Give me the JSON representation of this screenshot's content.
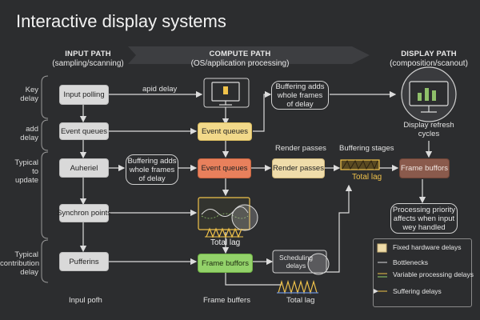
{
  "title": "Interactive display systems",
  "columns": {
    "input": {
      "title": "INPUT PATH",
      "subtitle": "(sampling/scanning)"
    },
    "compute": {
      "title": "COMPUTE PATH",
      "subtitle": "(OS/application processing)"
    },
    "display": {
      "title": "DISPLAY PATH",
      "subtitle": "(composition/scanout)"
    }
  },
  "row_labels": {
    "r1": "Key\ndelay",
    "r2": "add\ndelay",
    "r3": "Typical\nto\nupdate",
    "r4": "Typical\ncontribution\ndelay"
  },
  "nodes": {
    "input_polling": "Input polling",
    "event_queues_1": "Event queues",
    "auheriel": "Auheriel",
    "synchron_points": "Synchron points",
    "pufferins": "Pufferins",
    "buffer_note_1": "Buffering adds\nwhole frames\nof delay",
    "buffer_note_2": "Buffering adds\nwhole frames\nof delay",
    "event_queues_2": "Event queues",
    "event_queues_3": "Event queues",
    "render_passes": "Render passes",
    "frame_buffers_green": "Frame buffors",
    "scheduling_delays": "Scheduling\ndelays",
    "frame_buffers_brown": "Frame buffors",
    "priority_note": "Processing priority\naffects when input\nwey handled"
  },
  "labels": {
    "apid_delay": "apid delay",
    "render_passes_top": "Render passes",
    "buffering_stages": "Buffering stages",
    "total_lag_1": "Total lag",
    "total_lag_2": "Total lag",
    "total_lag_3": "Total lag",
    "display_refresh": "Display refresh\ncycles",
    "input_path_bottom": "Inpul pofh",
    "frame_buffers_bottom": "Frame buffers"
  },
  "legend": {
    "items": [
      {
        "label": "Fixed hardware delays"
      },
      {
        "label": "Bottlenecks"
      },
      {
        "label": "Variable processing delays"
      },
      {
        "label": "Suffering delays"
      }
    ]
  },
  "colors": {
    "background": "#2c2d2f",
    "grey_node": "#d9d9d9",
    "yellow_node": "#f2d98a",
    "orange_node": "#e8805c",
    "beige_node": "#efdcaa",
    "green_node": "#93d26a",
    "brown_node": "#8a5a4c",
    "accent_yellow": "#f0c24a"
  },
  "icons": [
    "monitor-icon",
    "hourglass-icon",
    "display-monitor-icon",
    "waveform-icon"
  ]
}
